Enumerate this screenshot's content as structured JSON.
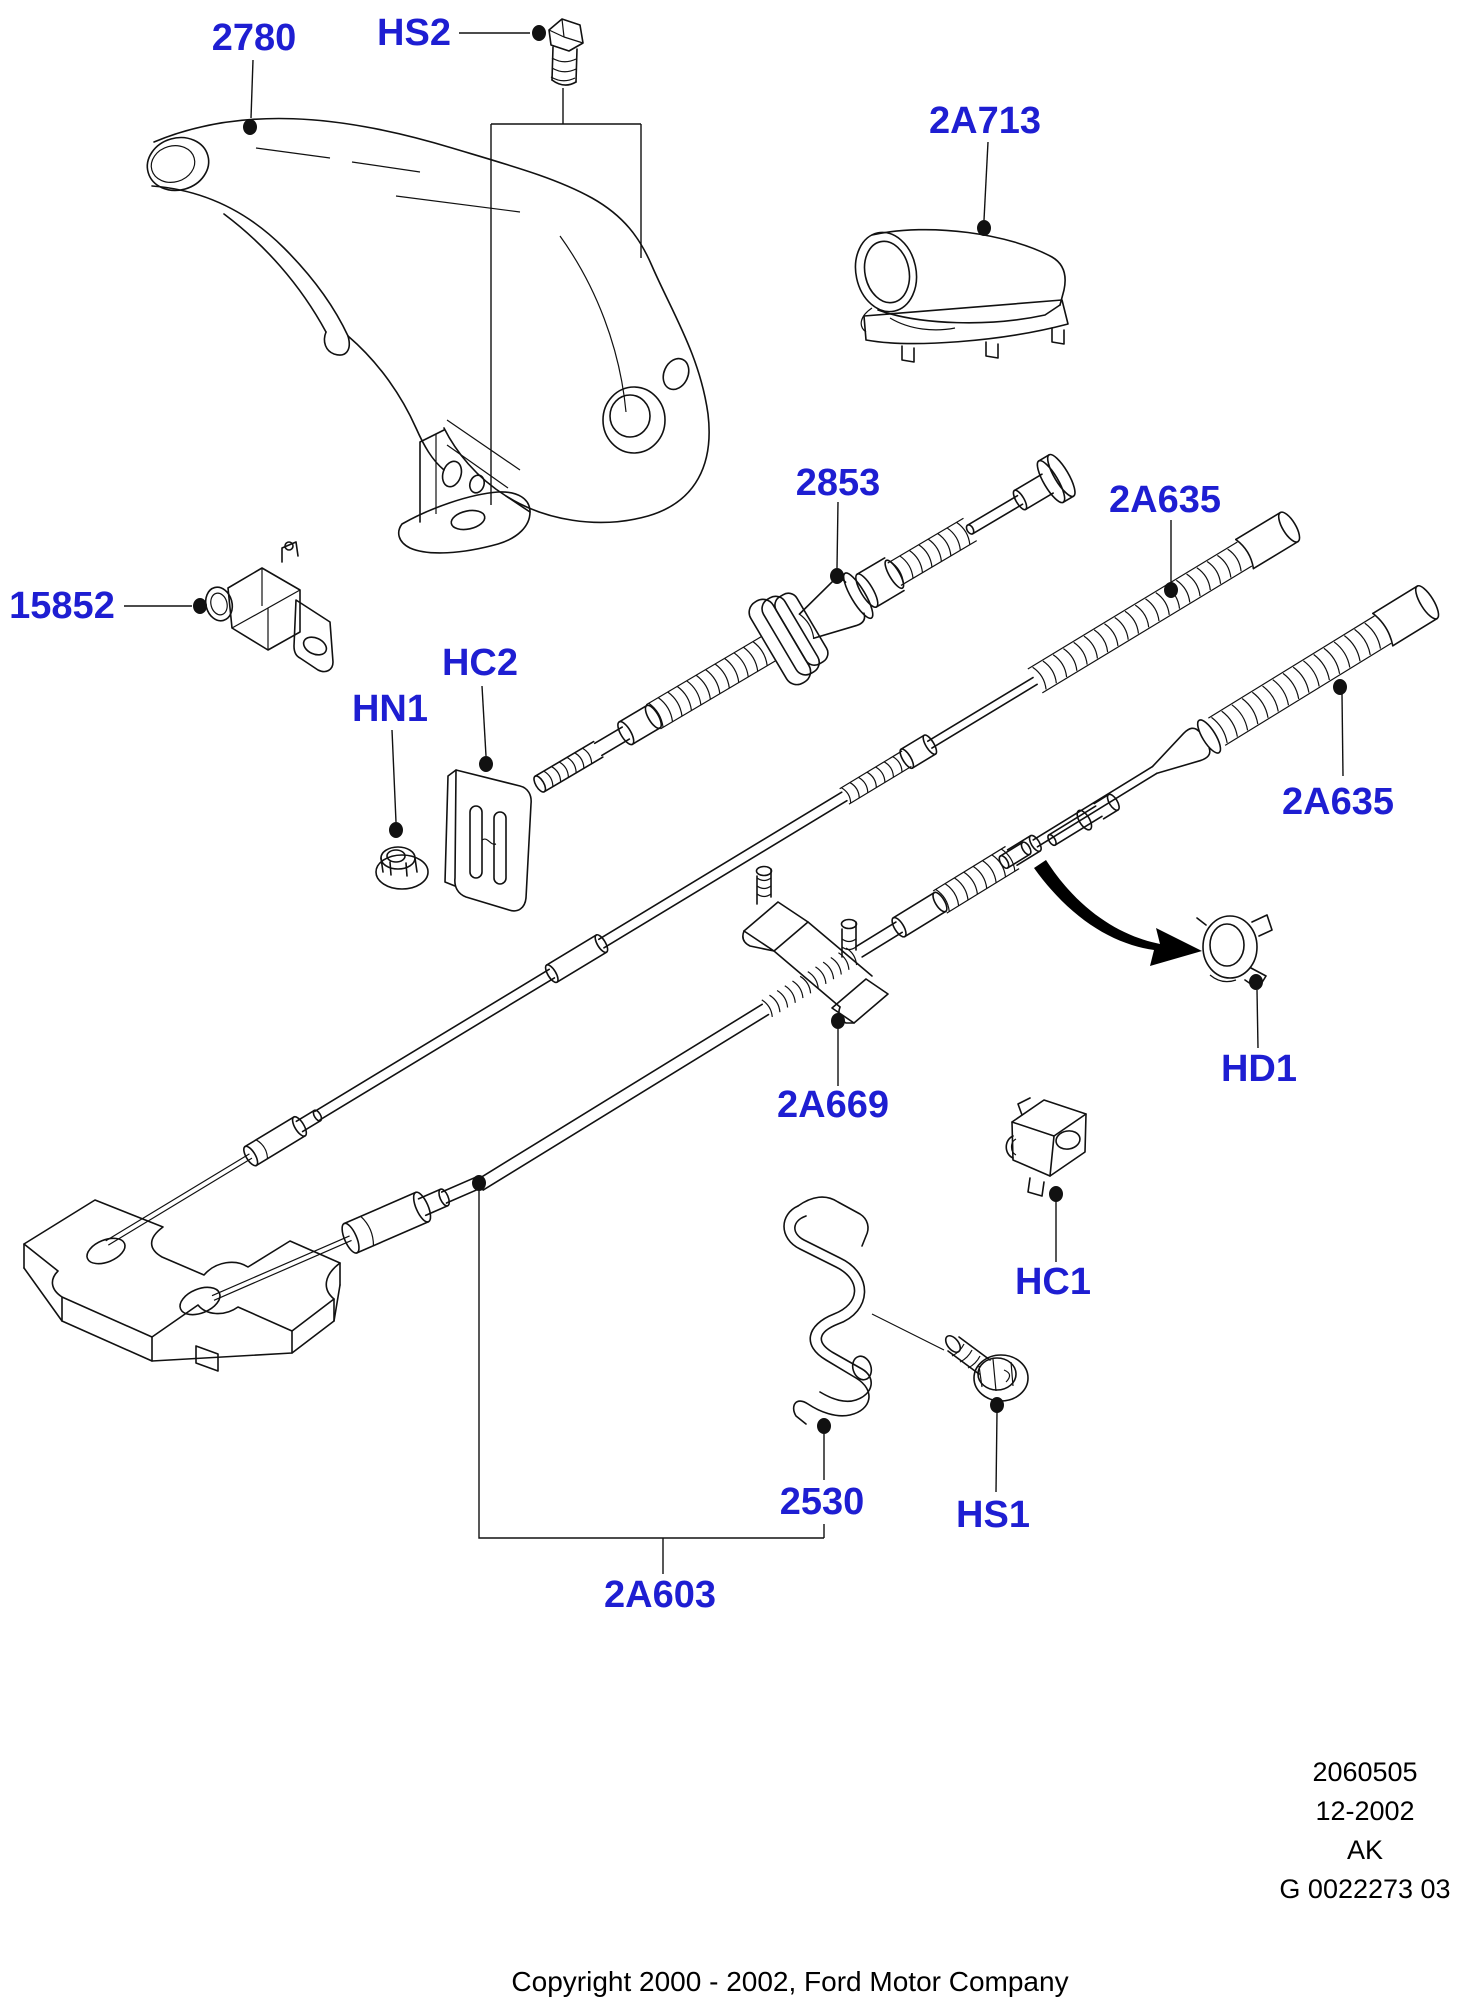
{
  "colors": {
    "label_blue": "#1e1ed2",
    "line_black": "#111111",
    "arrow_black": "#000000",
    "background": "#ffffff"
  },
  "diagram_type": "exploded-parts-diagram",
  "part_labels": {
    "handle": "2780",
    "screw_hs2": "HS2",
    "boot": "2A713",
    "front_cable": "2853",
    "switch": "15852",
    "clip_hc2": "HC2",
    "nut_hn1": "HN1",
    "conduit_upper": "2A635",
    "conduit_lower": "2A635",
    "retainer_hd1": "HD1",
    "equalizer": "2A669",
    "clip_hc1": "HC1",
    "guide_clip": "2530",
    "screw_hs1": "HS1",
    "rear_cable": "2A603"
  },
  "footer": {
    "doc_number": "2060505",
    "revision_date": "12-2002",
    "market_code": "AK",
    "drawing_ref": "G 0022273 03",
    "copyright": "Copyright 2000 - 2002, Ford Motor Company"
  }
}
